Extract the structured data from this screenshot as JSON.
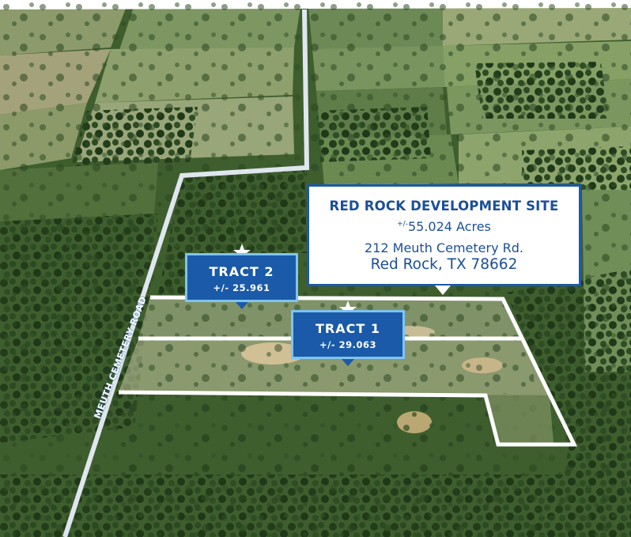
{
  "site": {
    "title": "RED ROCK DEVELOPMENT SITE",
    "acres_prefix": "+/-",
    "acres": "55.024 Acres",
    "address_line1": "212 Meuth Cemetery Rd.",
    "address_line2": "Red Rock, TX 78662"
  },
  "tracts": [
    {
      "name": "TRACT 1",
      "acres": "+/- 29.063"
    },
    {
      "name": "TRACT 2",
      "acres": "+/- 25.961"
    }
  ],
  "road": {
    "label": "MEUTH CEMETERY ROAD"
  },
  "colors": {
    "callout_border": "#1a5aa8",
    "callout_text": "#1a4f9a",
    "tract_fill": "#1a5aa8",
    "tract_border": "#7fc3f0",
    "boundary": "#ffffff"
  }
}
